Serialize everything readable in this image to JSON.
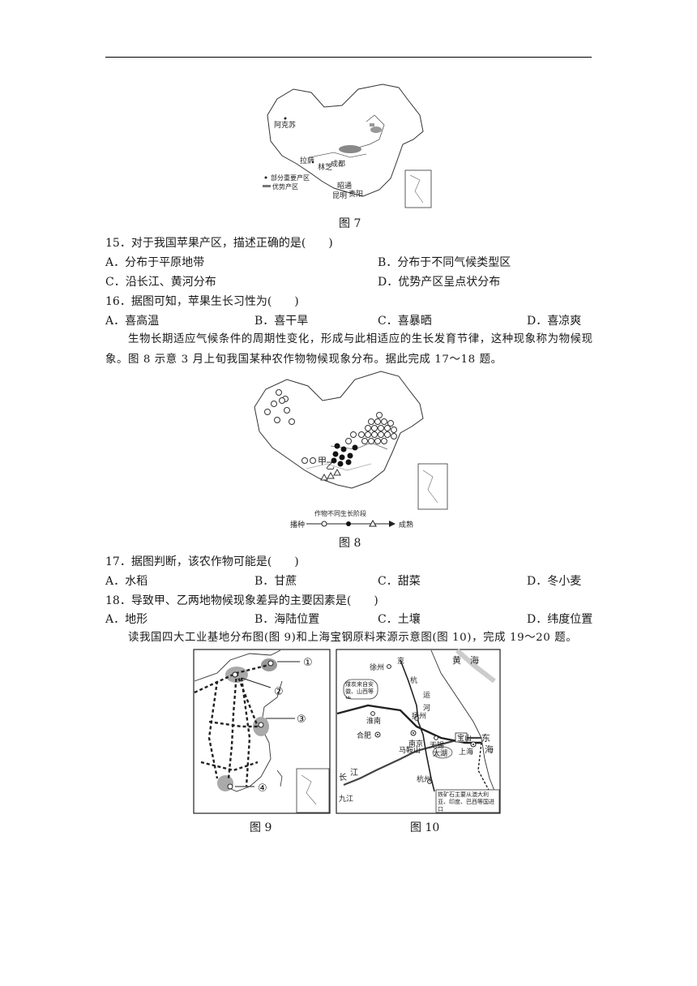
{
  "figure7": {
    "caption": "图 7",
    "labels": {
      "akesu": "阿克苏",
      "lasa": "拉萨",
      "linzhi": "林芝",
      "chengdu": "成都",
      "zhaotong": "昭通",
      "guiyang": "贵阳",
      "kunming": "昆明"
    },
    "legend": {
      "dot": "部分重要产区",
      "bar": "优势产区"
    }
  },
  "q15": {
    "stem": "15．对于我国苹果产区，描述正确的是(　　)",
    "options": [
      "A．分布于平原地带",
      "B．分布于不同气候类型区",
      "C．沿长江、黄河分布",
      "D．优势产区呈点状分布"
    ]
  },
  "q16": {
    "stem": "16．据图可知，苹果生长习性为(　　)",
    "options": [
      "A．喜高温",
      "B．喜干旱",
      "C．喜暴晒",
      "D．喜凉爽"
    ]
  },
  "intro_17_18": "生物长期适应气候条件的周期性变化，形成与此相适应的生长发育节律，这种现象称为物候现象。图 8 示意 3 月上旬我国某种农作物物候现象分布。据此完成 17～18 题。",
  "figure8": {
    "caption": "图 8",
    "labels": {
      "jia": "甲",
      "yi": "乙"
    },
    "legend": {
      "title": "作物不同生长阶段",
      "start": "播种",
      "end": "成熟"
    }
  },
  "q17": {
    "stem": "17．据图判断，该农作物可能是(　　)",
    "options": [
      "A．水稻",
      "B．甘蔗",
      "C．甜菜",
      "D．冬小麦"
    ]
  },
  "q18": {
    "stem": "18．导致甲、乙两地物候现象差异的主要因素是(　　)",
    "options": [
      "A．地形",
      "B．海陆位置",
      "C．土壤",
      "D．纬度位置"
    ]
  },
  "intro_19_20": "读我国四大工业基地分布图(图 9)和上海宝钢原料来源示意图(图 10)，完成 19～20 题。",
  "figure9": {
    "caption": "图 9",
    "markers": [
      "①",
      "②",
      "③",
      "④"
    ]
  },
  "figure10": {
    "caption": "图 10",
    "labels": {
      "huanghai": "黄　海",
      "xuzhou": "徐州",
      "jing": "京",
      "hang": "杭",
      "yun": "运",
      "he": "河",
      "coal": "煤炭来自安徽、山西等地",
      "huainan": "淮南",
      "yangzhou": "扬州",
      "hefei": "合肥",
      "nanjing": "南京",
      "wuxi": "无锡",
      "baoshan": "宝山",
      "shanghai": "上海",
      "dong": "东",
      "hai": "海",
      "maanshan": "马鞍山",
      "taihu": "太湖",
      "chang": "长",
      "jiang": "江",
      "hangzhou": "杭州",
      "jiujiang": "九江",
      "ore": "铁矿石主要从澳大利亚、印度、巴西等国进口"
    }
  }
}
